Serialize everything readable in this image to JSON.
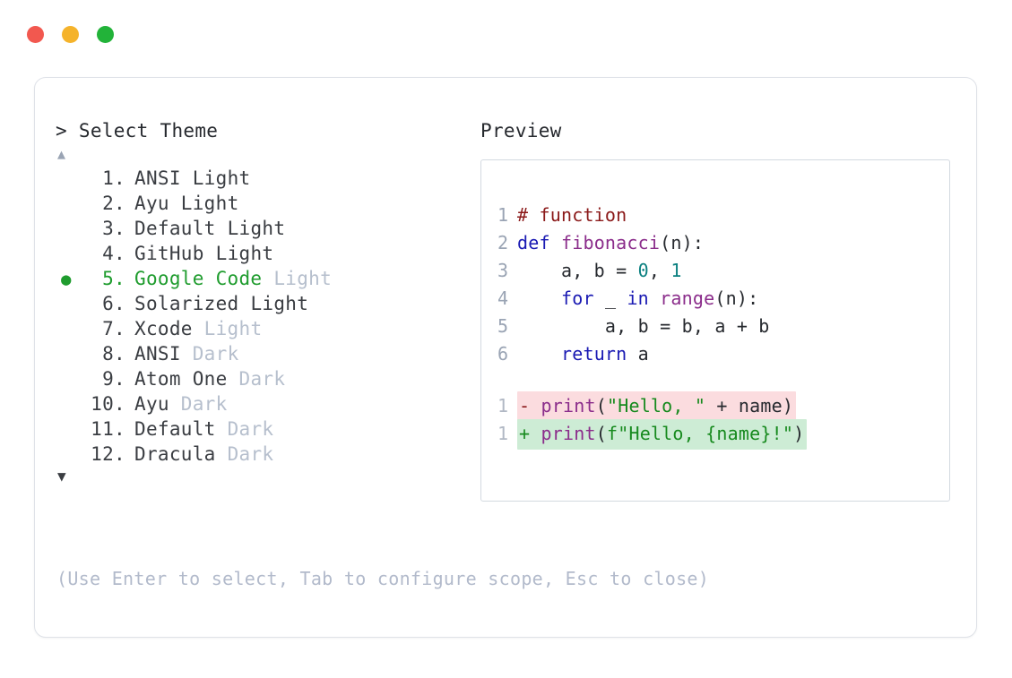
{
  "window": {
    "traffic_lights": [
      {
        "name": "close",
        "color": "#f2584f"
      },
      {
        "name": "minimize",
        "color": "#f5b32b"
      },
      {
        "name": "maximize",
        "color": "#22b339"
      }
    ]
  },
  "selector": {
    "prompt_caret": ">",
    "prompt_label": "Select Theme",
    "scroll_up_icon": "▲",
    "scroll_down_icon": "▼",
    "selected_index": 5,
    "bullet_glyph": "●",
    "items": [
      {
        "index": "1.",
        "name": "ANSI",
        "variant": "Light",
        "variant_muted": false,
        "selected": false,
        "bullet": ""
      },
      {
        "index": "2.",
        "name": "Ayu",
        "variant": "Light",
        "variant_muted": false,
        "selected": false,
        "bullet": ""
      },
      {
        "index": "3.",
        "name": "Default",
        "variant": "Light",
        "variant_muted": false,
        "selected": false,
        "bullet": ""
      },
      {
        "index": "4.",
        "name": "GitHub",
        "variant": "Light",
        "variant_muted": false,
        "selected": false,
        "bullet": ""
      },
      {
        "index": "5.",
        "name": "Google Code",
        "variant": "Light",
        "variant_muted": true,
        "selected": true,
        "bullet": "●"
      },
      {
        "index": "6.",
        "name": "Solarized",
        "variant": "Light",
        "variant_muted": false,
        "selected": false,
        "bullet": ""
      },
      {
        "index": "7.",
        "name": "Xcode",
        "variant": "Light",
        "variant_muted": true,
        "selected": false,
        "bullet": ""
      },
      {
        "index": "8.",
        "name": "ANSI",
        "variant": "Dark",
        "variant_muted": true,
        "selected": false,
        "bullet": ""
      },
      {
        "index": "9.",
        "name": "Atom One",
        "variant": "Dark",
        "variant_muted": true,
        "selected": false,
        "bullet": ""
      },
      {
        "index": "10.",
        "name": "Ayu",
        "variant": "Dark",
        "variant_muted": true,
        "selected": false,
        "bullet": ""
      },
      {
        "index": "11.",
        "name": "Default",
        "variant": "Dark",
        "variant_muted": true,
        "selected": false,
        "bullet": ""
      },
      {
        "index": "12.",
        "name": "Dracula",
        "variant": "Dark",
        "variant_muted": true,
        "selected": false,
        "bullet": ""
      }
    ]
  },
  "preview": {
    "label": "Preview",
    "code_lines": [
      {
        "ln": "1",
        "tokens": [
          {
            "t": "# function",
            "c": "tok-comment"
          }
        ]
      },
      {
        "ln": "2",
        "tokens": [
          {
            "t": "def ",
            "c": "tok-kw"
          },
          {
            "t": "fibonacci",
            "c": "tok-fn"
          },
          {
            "t": "(n):",
            "c": "tok-plain"
          }
        ]
      },
      {
        "ln": "3",
        "tokens": [
          {
            "t": "    a, b = ",
            "c": "tok-plain"
          },
          {
            "t": "0",
            "c": "tok-num"
          },
          {
            "t": ", ",
            "c": "tok-plain"
          },
          {
            "t": "1",
            "c": "tok-num"
          }
        ]
      },
      {
        "ln": "4",
        "tokens": [
          {
            "t": "    ",
            "c": "tok-plain"
          },
          {
            "t": "for",
            "c": "tok-kw"
          },
          {
            "t": " _ ",
            "c": "tok-plain"
          },
          {
            "t": "in",
            "c": "tok-kw"
          },
          {
            "t": " ",
            "c": "tok-plain"
          },
          {
            "t": "range",
            "c": "tok-fn"
          },
          {
            "t": "(n):",
            "c": "tok-plain"
          }
        ]
      },
      {
        "ln": "5",
        "tokens": [
          {
            "t": "        a, b = b, a + b",
            "c": "tok-plain"
          }
        ]
      },
      {
        "ln": "6",
        "tokens": [
          {
            "t": "    ",
            "c": "tok-plain"
          },
          {
            "t": "return",
            "c": "tok-kw"
          },
          {
            "t": " a",
            "c": "tok-plain"
          }
        ]
      }
    ],
    "diff_lines": [
      {
        "ln": "1",
        "kind": "del",
        "sign": "-",
        "tokens": [
          {
            "t": "print",
            "c": "tok-fn"
          },
          {
            "t": "(",
            "c": "tok-plain"
          },
          {
            "t": "\"Hello, \"",
            "c": "tok-str"
          },
          {
            "t": " + name)",
            "c": "tok-plain"
          }
        ]
      },
      {
        "ln": "1",
        "kind": "add",
        "sign": "+",
        "tokens": [
          {
            "t": "print",
            "c": "tok-fn"
          },
          {
            "t": "(",
            "c": "tok-plain"
          },
          {
            "t": "f\"Hello, {name}!\"",
            "c": "tok-str"
          },
          {
            "t": ")",
            "c": "tok-plain"
          }
        ]
      }
    ]
  },
  "footer": {
    "hint": "(Use Enter to select, Tab to configure scope, Esc to close)"
  }
}
